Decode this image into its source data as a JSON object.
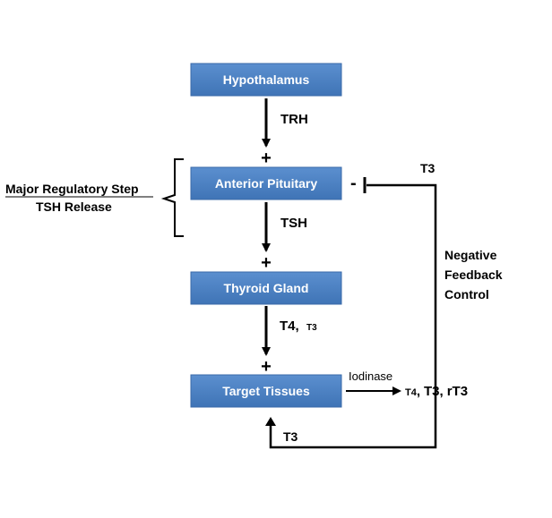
{
  "colors": {
    "box_fill": "#4f81bd",
    "box_edge": "#3a6aa8",
    "line": "#000000"
  },
  "nodes": {
    "hypothalamus": "Hypothalamus",
    "anterior_pituitary": "Anterior Pituitary",
    "thyroid_gland": "Thyroid Gland",
    "target_tissues": "Target Tissues"
  },
  "edges": {
    "trh": "TRH",
    "tsh": "TSH",
    "t4": "T4,",
    "t3_small": "T3",
    "iodinase": "Iodinase",
    "t3_return": "T3",
    "t3_feedback": "T3"
  },
  "products": {
    "t4": "T4",
    "sep1": ",",
    "t3": "T3",
    "sep2": ",",
    "rt3": "rT3"
  },
  "signs": {
    "plus_pituitary": "+",
    "plus_thyroid": "+",
    "plus_tissues": "+",
    "minus_pituitary": "-"
  },
  "side_note": {
    "line1": "Major Regulatory Step",
    "line2": "TSH Release"
  },
  "feedback_note": {
    "line1": "Negative",
    "line2": "Feedback",
    "line3": "Control"
  }
}
